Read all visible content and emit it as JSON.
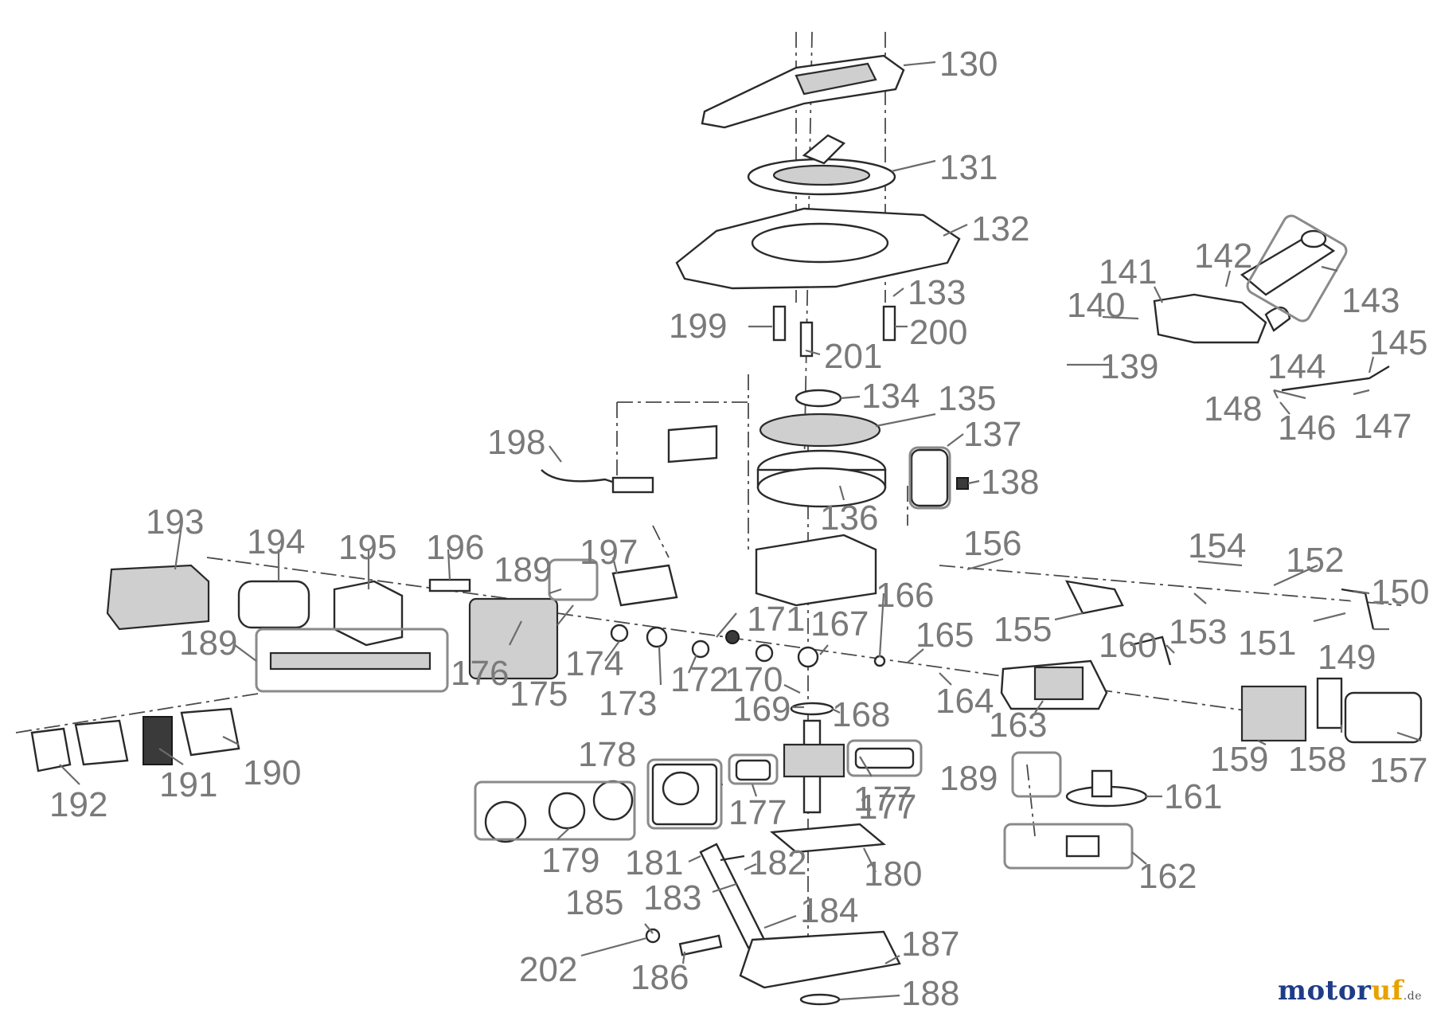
{
  "parts": [
    {
      "id": "130"
    },
    {
      "id": "131"
    },
    {
      "id": "132"
    },
    {
      "id": "133"
    },
    {
      "id": "134"
    },
    {
      "id": "135"
    },
    {
      "id": "136"
    },
    {
      "id": "137"
    },
    {
      "id": "138"
    },
    {
      "id": "139"
    },
    {
      "id": "140"
    },
    {
      "id": "141"
    },
    {
      "id": "142"
    },
    {
      "id": "143"
    },
    {
      "id": "144"
    },
    {
      "id": "145"
    },
    {
      "id": "146"
    },
    {
      "id": "147"
    },
    {
      "id": "148"
    },
    {
      "id": "149"
    },
    {
      "id": "150"
    },
    {
      "id": "151"
    },
    {
      "id": "152"
    },
    {
      "id": "153"
    },
    {
      "id": "154"
    },
    {
      "id": "155"
    },
    {
      "id": "156"
    },
    {
      "id": "157"
    },
    {
      "id": "158"
    },
    {
      "id": "159"
    },
    {
      "id": "160"
    },
    {
      "id": "161"
    },
    {
      "id": "162"
    },
    {
      "id": "163"
    },
    {
      "id": "164"
    },
    {
      "id": "165"
    },
    {
      "id": "166"
    },
    {
      "id": "167"
    },
    {
      "id": "168"
    },
    {
      "id": "169"
    },
    {
      "id": "170"
    },
    {
      "id": "171"
    },
    {
      "id": "172"
    },
    {
      "id": "173"
    },
    {
      "id": "174"
    },
    {
      "id": "175"
    },
    {
      "id": "176"
    },
    {
      "id": "177"
    },
    {
      "id": "177"
    },
    {
      "id": "177"
    },
    {
      "id": "178"
    },
    {
      "id": "179"
    },
    {
      "id": "180"
    },
    {
      "id": "181"
    },
    {
      "id": "182"
    },
    {
      "id": "183"
    },
    {
      "id": "184"
    },
    {
      "id": "185"
    },
    {
      "id": "186"
    },
    {
      "id": "187"
    },
    {
      "id": "188"
    },
    {
      "id": "189"
    },
    {
      "id": "189"
    },
    {
      "id": "189"
    },
    {
      "id": "190"
    },
    {
      "id": "191"
    },
    {
      "id": "192"
    },
    {
      "id": "193"
    },
    {
      "id": "194"
    },
    {
      "id": "195"
    },
    {
      "id": "196"
    },
    {
      "id": "197"
    },
    {
      "id": "198"
    },
    {
      "id": "199"
    },
    {
      "id": "200"
    },
    {
      "id": "201"
    },
    {
      "id": "202"
    }
  ],
  "watermark": {
    "brand_a": "motor",
    "brand_b": "uf",
    "tld": ".de"
  }
}
